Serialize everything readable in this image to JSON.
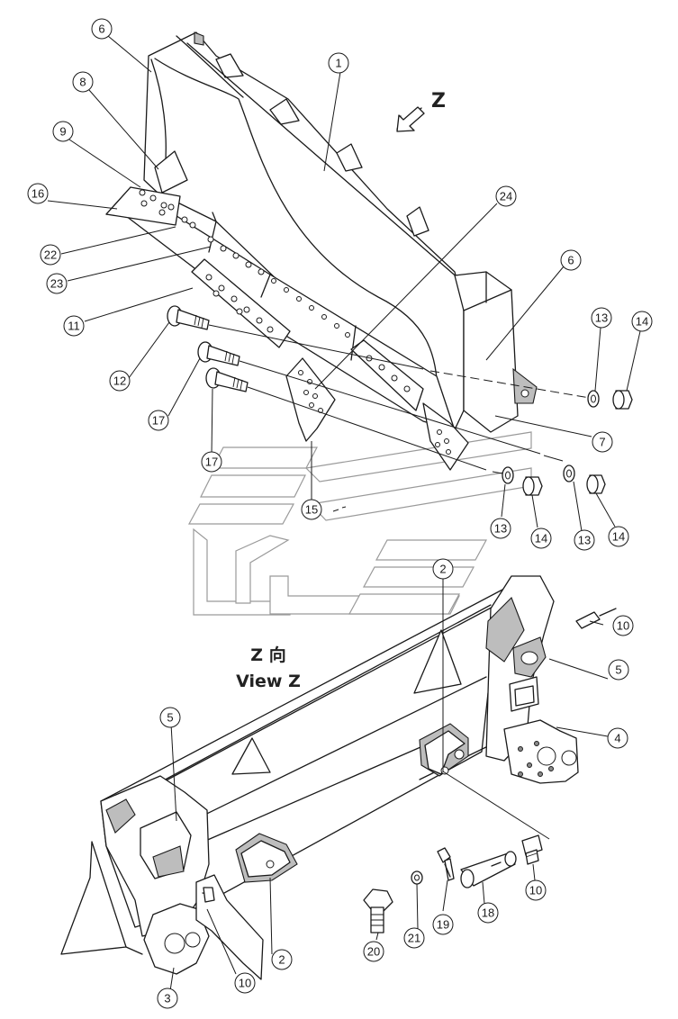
{
  "view_arrow_letter": "Z",
  "view_label": {
    "line1": "Z 向",
    "line2": "View Z"
  },
  "callouts": [
    {
      "id": "c1",
      "label": "1"
    },
    {
      "id": "c6a",
      "label": "6"
    },
    {
      "id": "c8",
      "label": "8"
    },
    {
      "id": "c9",
      "label": "9"
    },
    {
      "id": "c16",
      "label": "16"
    },
    {
      "id": "c22",
      "label": "22"
    },
    {
      "id": "c23",
      "label": "23"
    },
    {
      "id": "c11",
      "label": "11"
    },
    {
      "id": "c12",
      "label": "12"
    },
    {
      "id": "c17a",
      "label": "17"
    },
    {
      "id": "c17b",
      "label": "17"
    },
    {
      "id": "c15",
      "label": "15"
    },
    {
      "id": "c24",
      "label": "24"
    },
    {
      "id": "c6b",
      "label": "6"
    },
    {
      "id": "c13a",
      "label": "13"
    },
    {
      "id": "c14a",
      "label": "14"
    },
    {
      "id": "c7",
      "label": "7"
    },
    {
      "id": "c13b",
      "label": "13"
    },
    {
      "id": "c14b",
      "label": "14"
    },
    {
      "id": "c13c",
      "label": "13"
    },
    {
      "id": "c14c",
      "label": "14"
    },
    {
      "id": "c2a",
      "label": "2"
    },
    {
      "id": "c10a",
      "label": "10"
    },
    {
      "id": "c5a",
      "label": "5"
    },
    {
      "id": "c4",
      "label": "4"
    },
    {
      "id": "c5b",
      "label": "5"
    },
    {
      "id": "c10b",
      "label": "10"
    },
    {
      "id": "c18",
      "label": "18"
    },
    {
      "id": "c19",
      "label": "19"
    },
    {
      "id": "c21",
      "label": "21"
    },
    {
      "id": "c20",
      "label": "20"
    },
    {
      "id": "c10c",
      "label": "10"
    },
    {
      "id": "c2b",
      "label": "2"
    },
    {
      "id": "c3",
      "label": "3"
    }
  ]
}
